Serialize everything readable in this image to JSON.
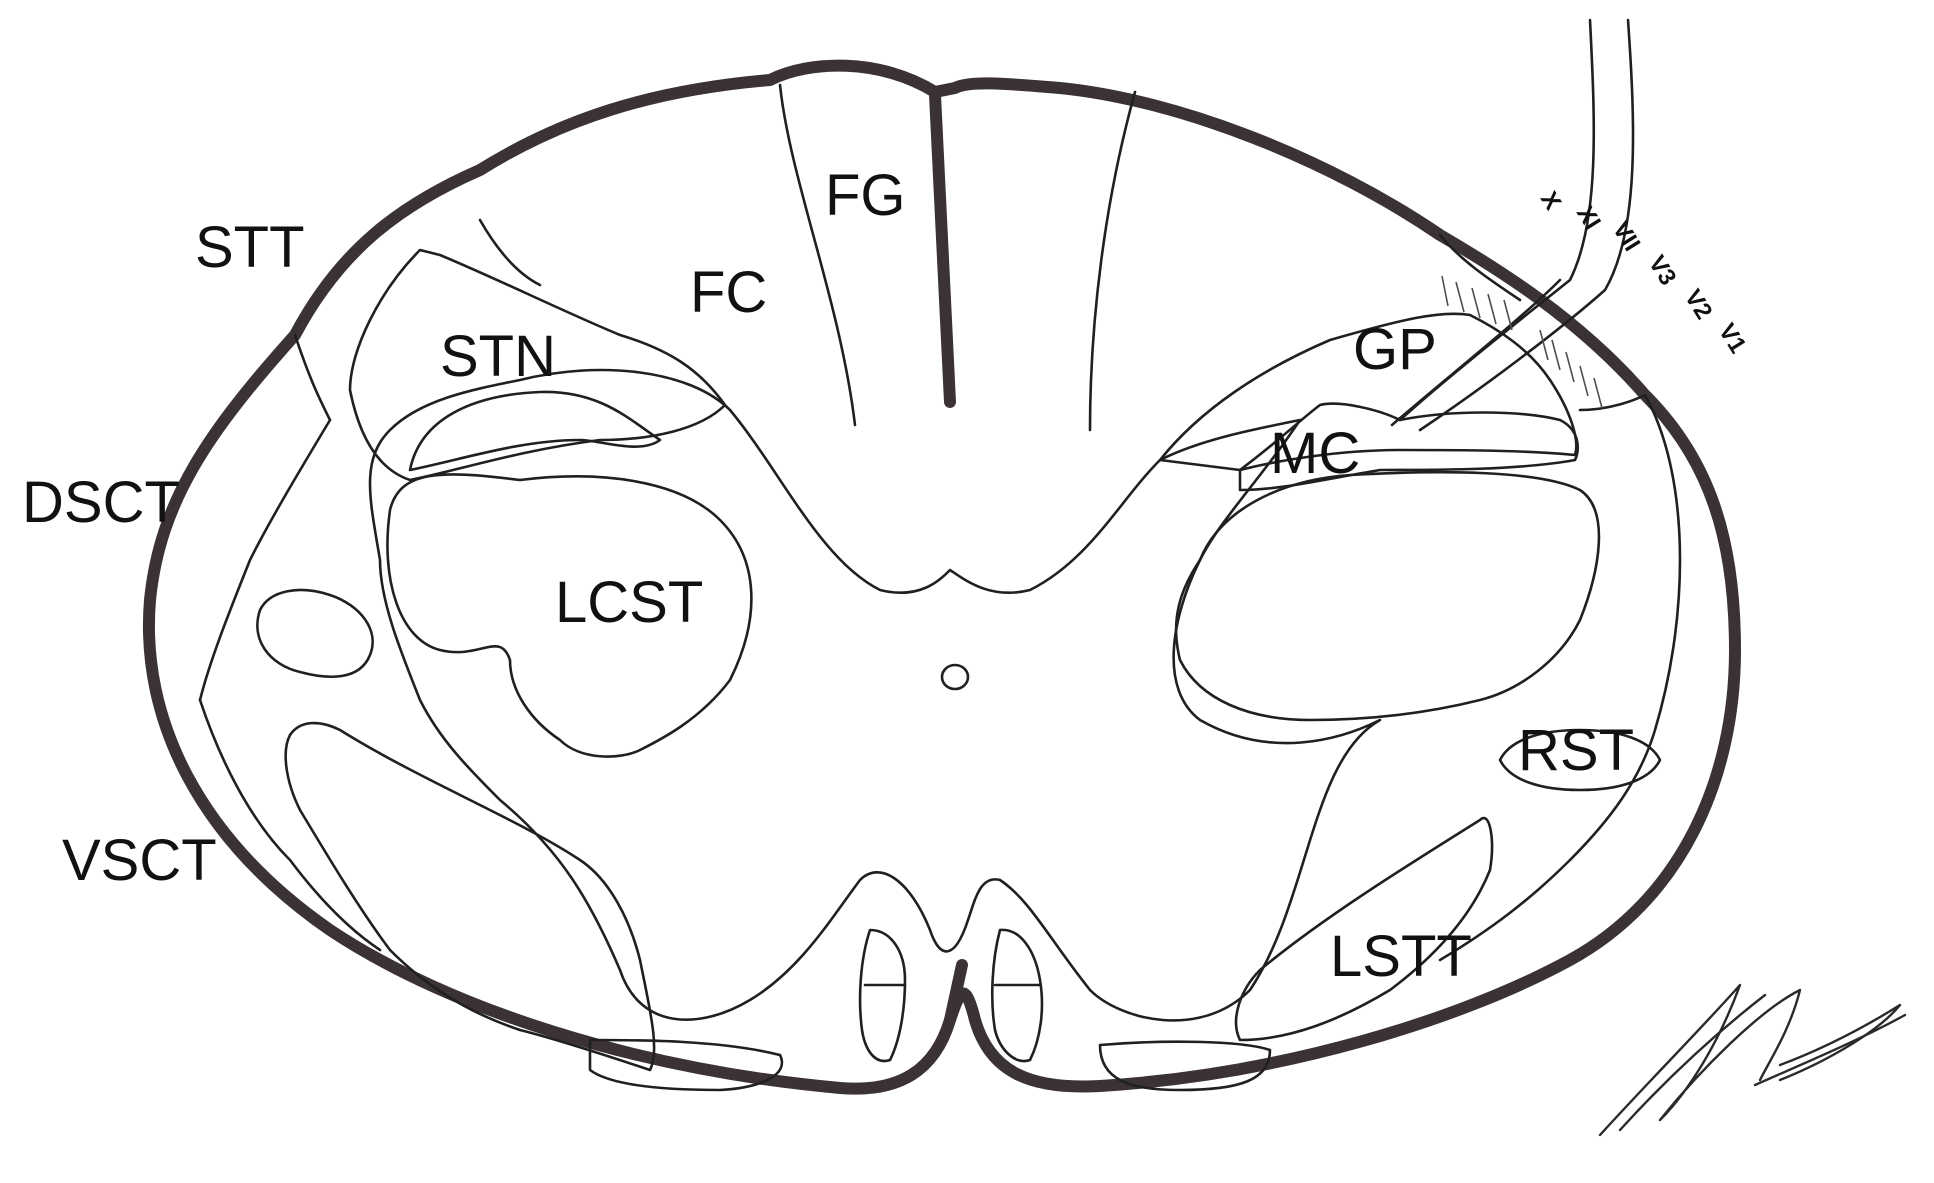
{
  "labels": {
    "stt": "STT",
    "stn": "STN",
    "fc": "FC",
    "fg": "FG",
    "gp": "GP",
    "mc": "MC",
    "dsct": "DSCT",
    "lcst": "LCST",
    "rst": "RST",
    "vsct": "VSCT",
    "lstt": "LSTT"
  },
  "nerve_labels": {
    "x": "X",
    "xi": "XI",
    "vii": "VII",
    "v3": "V3",
    "v2": "V2",
    "v1": "V1"
  }
}
